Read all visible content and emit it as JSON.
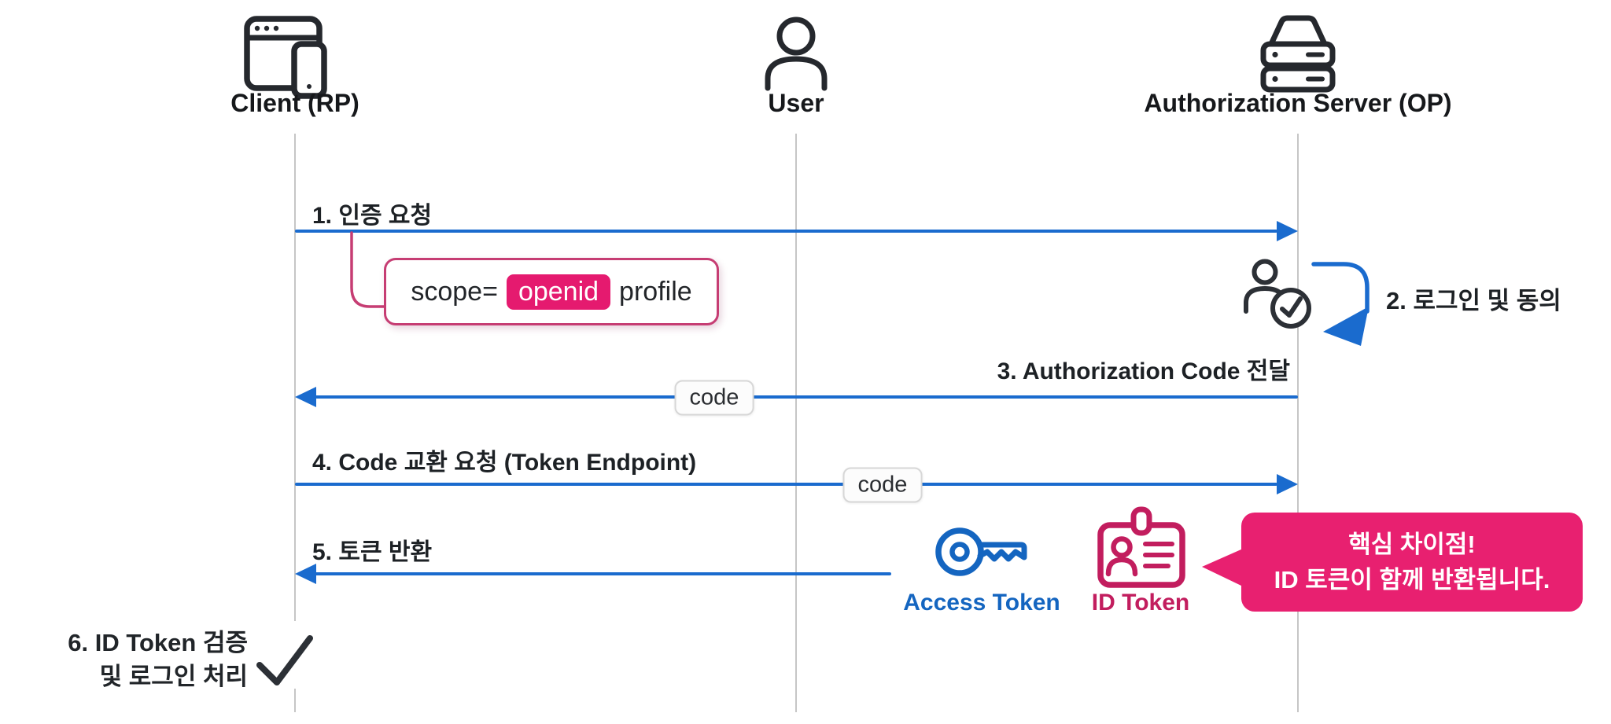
{
  "actors": {
    "client": {
      "label": "Client (RP)"
    },
    "user": {
      "label": "User"
    },
    "auth_server": {
      "label": "Authorization Server (OP)"
    }
  },
  "steps": {
    "step1": {
      "label": "1. 인증 요청"
    },
    "step2": {
      "label": "2. 로그인 및 동의"
    },
    "step3": {
      "label": "3. Authorization Code 전달"
    },
    "step4": {
      "label": "4. Code 교환 요청 (Token Endpoint)"
    },
    "step5": {
      "label": "5. 토큰 반환"
    },
    "step6": {
      "line1": "6. ID Token 검증",
      "line2": "및 로그인 처리"
    }
  },
  "scope_box": {
    "prefix": "scope=",
    "highlight": "openid",
    "suffix": "profile"
  },
  "code_badge": {
    "label": "code"
  },
  "tokens": {
    "access": {
      "label": "Access Token"
    },
    "id": {
      "label": "ID Token"
    }
  },
  "callout": {
    "line1": "핵심 차이점!",
    "line2": "ID 토큰이 함께 반환됩니다."
  },
  "colors": {
    "arrow_blue": "#1a6bce",
    "accent_pink": "#e82070",
    "scope_border_pink": "#c63d73",
    "id_token_crimson": "#c21d5e",
    "access_token_blue": "#1465c0",
    "text_dark": "#1d2125",
    "lifeline_gray": "#c6c6c6"
  }
}
